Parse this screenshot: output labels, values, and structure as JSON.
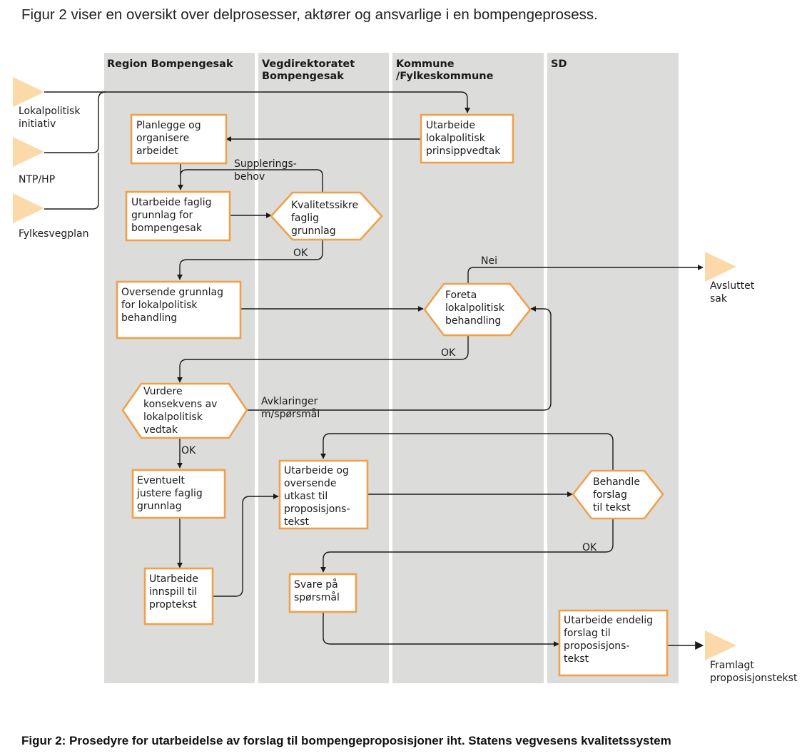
{
  "intro": "Figur 2 viser en oversikt over delprosesser, aktører og ansvarlige i en bompengeprosess.",
  "caption": "Figur 2: Prosedyre for utarbeidelse av forslag til bompengeproposisjoner iht. Statens vegvesens kvalitetssystem",
  "colors": {
    "lane_bg": "#dcdcdb",
    "box_border": "#f0a04a",
    "start_triangle": "#fbd9a8"
  },
  "lanes": {
    "region": [
      "Region Bompengesak"
    ],
    "vegdir": [
      "Vegdirektoratet",
      "Bompengesak"
    ],
    "kommune": [
      "Kommune",
      "/Fylkeskommune"
    ],
    "sd": [
      "SD"
    ]
  },
  "inputs": {
    "lokalpolitisk": [
      "Lokalpolitisk",
      "initiativ"
    ],
    "ntp": [
      "NTP/HP"
    ],
    "fylkesvegplan": [
      "Fylkesvegplan"
    ]
  },
  "outputs": {
    "avsluttet": [
      "Avsluttet",
      "sak"
    ],
    "framlagt": [
      "Framlagt",
      "proposisjonstekst"
    ]
  },
  "nodes": {
    "planlegge": [
      "Planlegge og",
      "organisere",
      "arbeidet"
    ],
    "utarbeide_prinsipp": [
      "Utarbeide",
      "lokalpolitisk",
      "prinsippvedtak"
    ],
    "utarbeide_faglig": [
      "Utarbeide faglig",
      "grunnlag for",
      "bompengesak"
    ],
    "kvalitetssikre": [
      "Kvalitetssikre",
      "faglig",
      "grunnlag"
    ],
    "oversende": [
      "Oversende grunnlag",
      "for lokalpolitisk",
      "behandling"
    ],
    "foreta": [
      "Foreta",
      "lokalpolitisk",
      "behandling"
    ],
    "vurdere": [
      "Vurdere",
      "konsekvens av",
      "lokalpolitisk",
      "vedtak"
    ],
    "eventuelt": [
      "Eventuelt",
      "justere faglig",
      "grunnlag"
    ],
    "utarbeide_oversende": [
      "Utarbeide og",
      "oversende",
      "utkast til",
      "proposisjons-",
      "tekst"
    ],
    "behandle": [
      "Behandle",
      "forslag",
      "til tekst"
    ],
    "innspill": [
      "Utarbeide",
      "innspill til",
      "proptekst"
    ],
    "svare": [
      "Svare på",
      "spørsmål"
    ],
    "endelig": [
      "Utarbeide endelig",
      "forslag til",
      "proposisjons-",
      "tekst"
    ]
  },
  "edge_labels": {
    "supplering": [
      "Supplerings-",
      "behov"
    ],
    "ok_kvalitet": "OK",
    "nei": "Nei",
    "ok_foreta": "OK",
    "avklaringer": [
      "Avklaringer",
      "m/spørsmål"
    ],
    "ok_vurdere": "OK",
    "ok_behandle": "OK"
  }
}
